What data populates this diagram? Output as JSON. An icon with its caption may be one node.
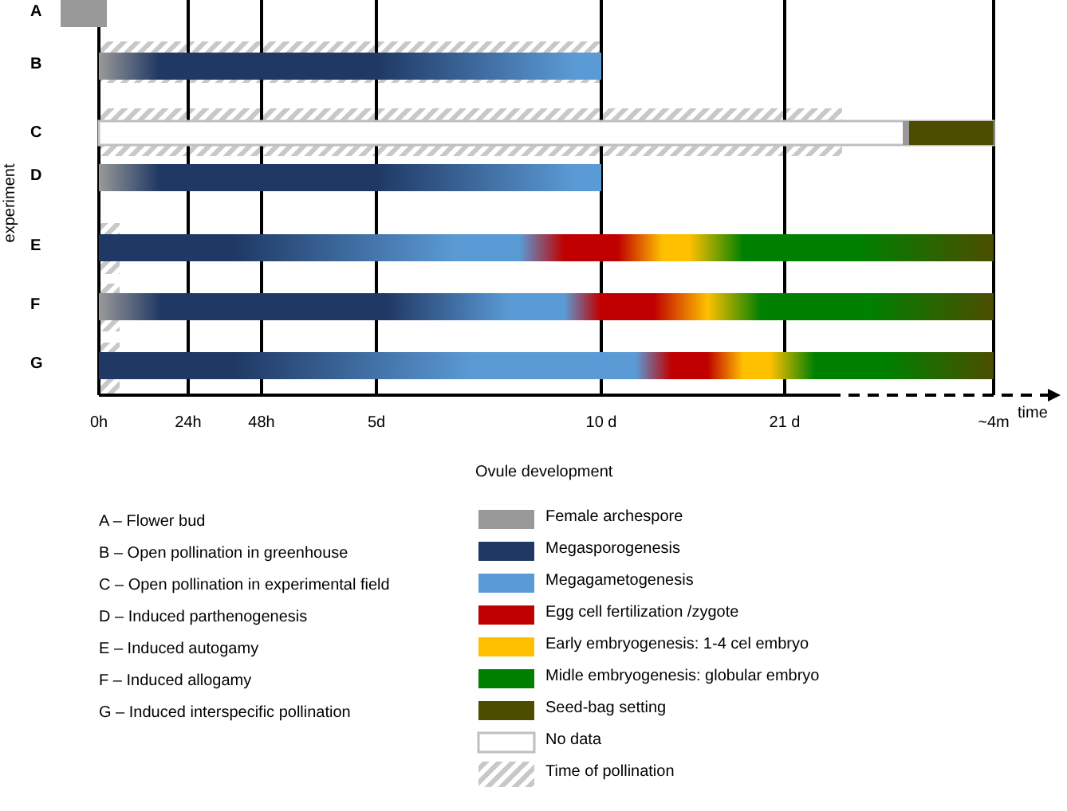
{
  "diagram": {
    "labels": [
      "A",
      "B",
      "C",
      "D",
      "E",
      "F",
      "G",
      "experiment",
      "time",
      "0h",
      "24h",
      "48h",
      "5d",
      "10 d",
      "21 d",
      "~4m",
      "Ovule development",
      "A  – Flower bud",
      "B – Open pollination in greenhouse",
      "C – Open pollination in experimental field",
      "D – Induced parthenogenesis",
      "E – Induced autogamy",
      "F – Induced allogamy",
      "G – Induced interspecific pollination"
    ],
    "legend": [
      {
        "text": "Female archespore",
        "color": "#999999"
      },
      {
        "text": "Megasporogenesis",
        "color": "#1f3864"
      },
      {
        "text": "Megagametogenesis",
        "color": "#5b9bd5"
      },
      {
        "text": "Egg cell fertilization /zygote",
        "color": "#c00000"
      },
      {
        "text": "Early embryogenesis: 1-4 cel embryo",
        "color": "#ffc000"
      },
      {
        "text": "Midle embryogenesis: globular embryo",
        "color": "#008000"
      },
      {
        "text": "Seed-bag setting",
        "color": "#4d4d00"
      },
      {
        "text": "No data"
      },
      {
        "text": "Time of pollination"
      }
    ]
  }
}
